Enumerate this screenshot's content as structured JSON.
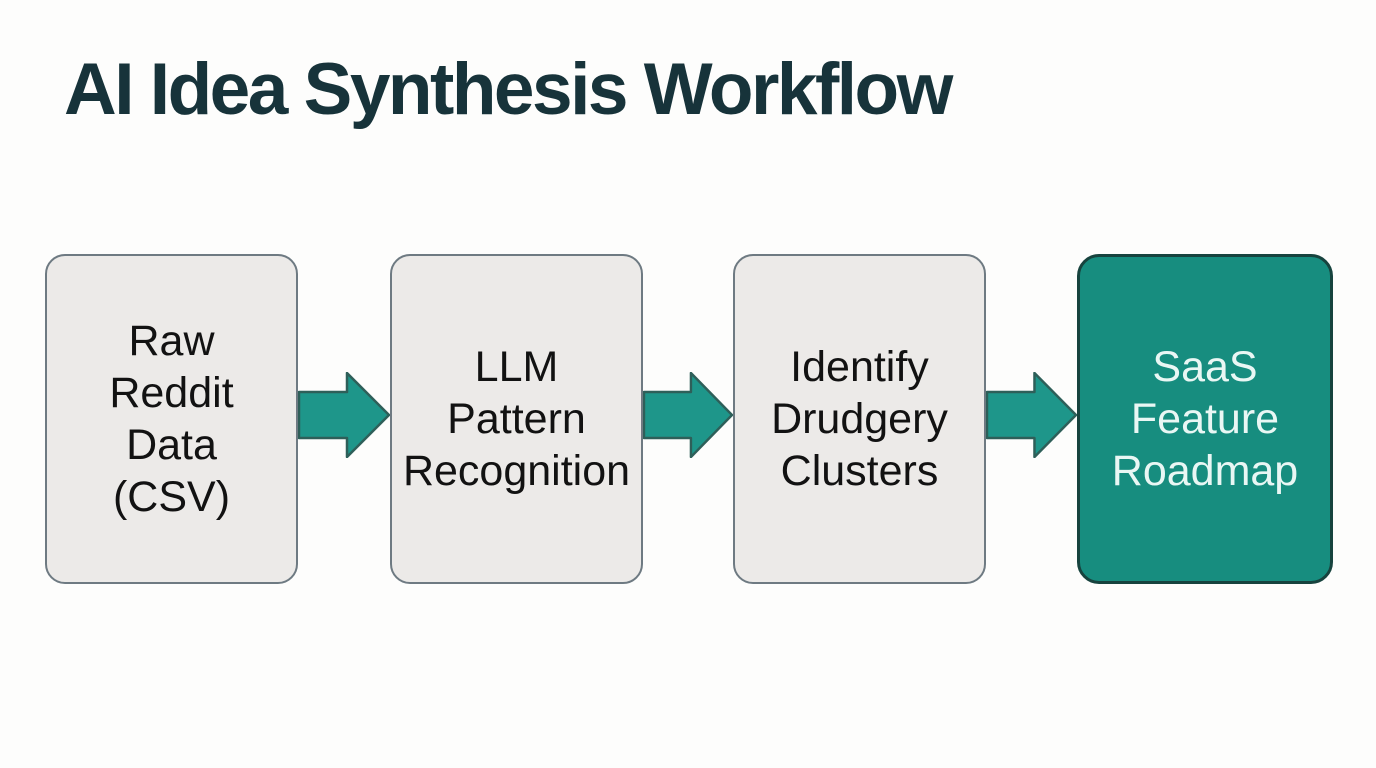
{
  "page": {
    "title": "AI Idea Synthesis Workflow",
    "title_color": "#17333a",
    "background": "#fdfdfc"
  },
  "workflow": {
    "steps": [
      {
        "id": "raw-reddit-data-csv",
        "label": "Raw Reddit Data (CSV)",
        "lines": [
          "Raw",
          "Reddit",
          "Data",
          "(CSV)"
        ],
        "variant": "default"
      },
      {
        "id": "llm-pattern-recognition",
        "label": "LLM Pattern Recognition",
        "lines": [
          "LLM",
          "Pattern",
          "Recognition"
        ],
        "variant": "default"
      },
      {
        "id": "identify-drudgery-clusters",
        "label": "Identify Drudgery Clusters",
        "lines": [
          "Identify",
          "Drudgery",
          "Clusters"
        ],
        "variant": "default"
      },
      {
        "id": "saas-feature-roadmap",
        "label": "SaaS Feature Roadmap",
        "lines": [
          "SaaS",
          "Feature",
          "Roadmap"
        ],
        "variant": "accent"
      }
    ],
    "connector": "arrow-right",
    "colors": {
      "step_bg": "#eceae8",
      "step_border": "#6e7a82",
      "step_text": "#121212",
      "accent_bg": "#178d7f",
      "accent_border": "#17433e",
      "accent_text": "#e9f7f4",
      "arrow_fill": "#1e968a",
      "arrow_stroke": "#2e5f59"
    }
  }
}
